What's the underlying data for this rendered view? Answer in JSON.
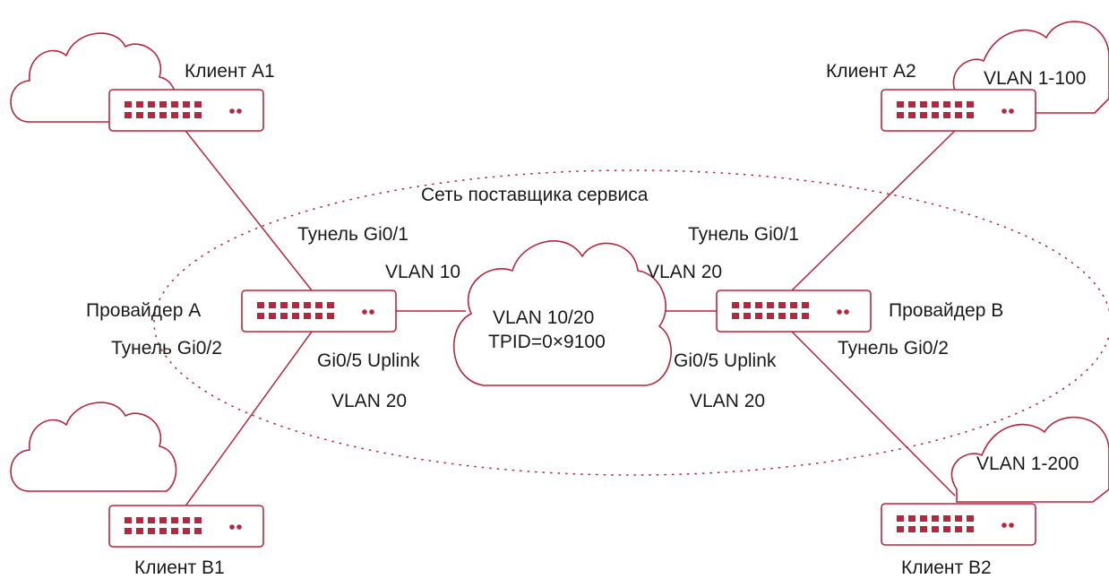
{
  "colors": {
    "accent": "#b5263f",
    "text": "#1a1a1a",
    "background": "#ffffff"
  },
  "labels": {
    "client_a1": "Клиент А1",
    "client_a2": "Клиент А2",
    "client_b1": "Клиент В1",
    "client_b2": "Клиент В2",
    "client_a2_vlans": "VLAN 1-100",
    "client_b2_vlans": "VLAN 1-200",
    "provider_network": "Сеть поставщика сервиса",
    "provider_a": "Провайдер А",
    "provider_b": "Провайдер В",
    "tunnel_a_gi01": "Тунель Gi0/1",
    "tunnel_a_gi02": "Тунель Gi0/2",
    "tunnel_b_gi01": "Тунель Gi0/1",
    "tunnel_b_gi02": "Тунель Gi0/2",
    "vlan10_left": "VLAN 10",
    "vlan20_right_top": "VLAN 20",
    "uplink_left": "Gi0/5 Uplink",
    "uplink_right": "Gi0/5 Uplink",
    "vlan20_left_bottom": "VLAN 20",
    "vlan20_right_bottom": "VLAN 20",
    "core_cloud_line1": "VLAN 10/20",
    "core_cloud_line2": "TPID=0×9100"
  },
  "icons": [
    "cloud-icon",
    "network-switch-icon"
  ]
}
